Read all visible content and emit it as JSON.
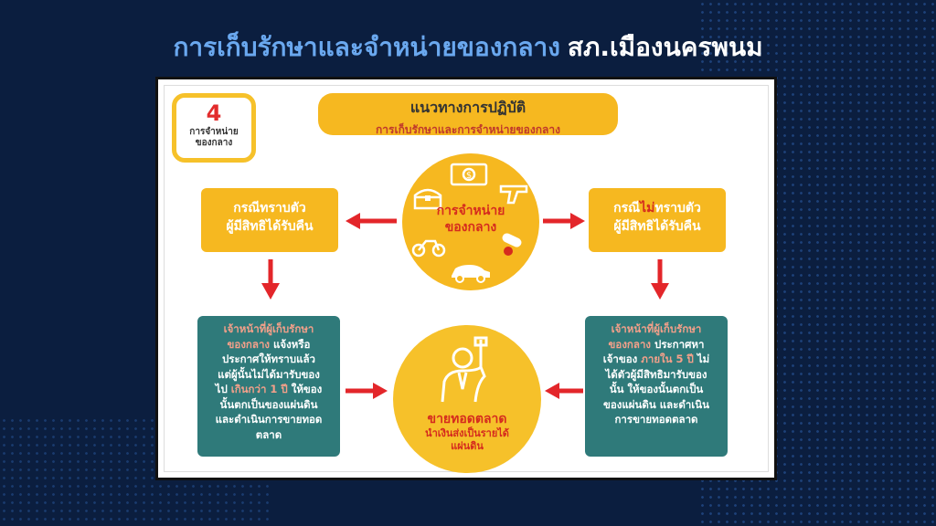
{
  "page": {
    "title_part1": "การเก็บรักษาและจำหน่ายของกลาง",
    "title_part2": "สภ.เมืองนครพนม"
  },
  "diagram": {
    "step_badge": {
      "number": "4",
      "label_line1": "การจำหน่าย",
      "label_line2": "ของกลาง"
    },
    "header": {
      "line1": "แนวทางการปฏิบัติ",
      "line2": "การเก็บรักษาและการจำหน่ายของกลาง"
    },
    "center_top": {
      "line1": "การจำหน่าย",
      "line2": "ของกลาง"
    },
    "left_case": {
      "line1": "กรณีทราบตัว",
      "line2": "ผู้มีสิทธิได้รับคืน"
    },
    "right_case": {
      "line1_a": "กรณี",
      "line1_b": "ไม่",
      "line1_c": "ทราบตัว",
      "line2": "ผู้มีสิทธิได้รับคืน"
    },
    "left_procedure": {
      "p1": "เจ้าหน้าที่ผู้เก็บรักษา",
      "p2": "ของกลาง",
      "p3": " แจ้งหรือ",
      "p4": "ประกาศให้ทราบแล้ว",
      "p5": "แต่ผู้นั้นไม่ได้มารับของ",
      "p6": "ไป ",
      "p7": "เกินกว่า 1 ปี",
      "p8": " ให้ของ",
      "p9": "นั้นตกเป็นของแผ่นดิน",
      "p10": "และดำเนินการขายทอด",
      "p11": "ตลาด"
    },
    "right_procedure": {
      "p1": "เจ้าหน้าที่ผู้เก็บรักษา",
      "p2": "ของกลาง",
      "p3": " ประกาศหา",
      "p4": "เจ้าของ ",
      "p5": "ภายใน 5 ปี",
      "p6": " ไม่",
      "p7": "ได้ตัวผู้มีสิทธิมารับของ",
      "p8": "นั้น ให้ของนั้นตกเป็น",
      "p9": "ของแผ่นดิน และดำเนิน",
      "p10": "การขายทอดตลาด"
    },
    "center_bottom": {
      "main": "ขายทอดตลาด",
      "sub_line1": "นำเงินส่งเป็นรายได้",
      "sub_line2": "แผ่นดิน"
    },
    "icons": [
      "money-icon",
      "treasure-chest-icon",
      "gun-icon",
      "motorcycle-icon",
      "pills-icon",
      "car-icon",
      "auctioneer-icon"
    ],
    "colors": {
      "yellow": "#f6b820",
      "teal": "#2f7a7a",
      "red": "#d52b1e",
      "navy": "#0b1e3f"
    }
  }
}
